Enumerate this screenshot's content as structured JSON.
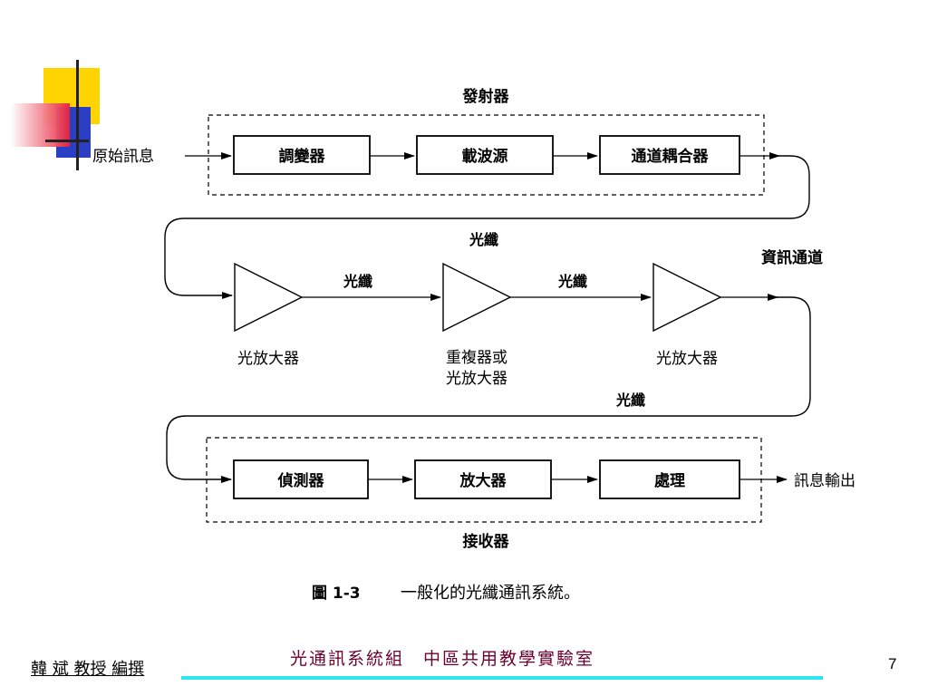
{
  "colors": {
    "deco_yellow": "#ffd400",
    "deco_red": "#e8203a",
    "deco_blue": "#2b3fc4",
    "footer_line": "#2ee6f0",
    "footer_text": "#6b0030",
    "ring_red": "#e0102a",
    "ring_green": "#20b020",
    "ring_blue": "#1020d0"
  },
  "diagram": {
    "input_label": "原始訊息",
    "transmitter": {
      "title": "發射器",
      "blocks": [
        "調變器",
        "載波源",
        "通道耦合器"
      ]
    },
    "fiber_label": "光纖",
    "channel_label": "資訊通道",
    "amplifiers": [
      {
        "label_line1": "光放大器",
        "label_line2": ""
      },
      {
        "label_line1": "重複器或",
        "label_line2": "光放大器"
      },
      {
        "label_line1": "光放大器",
        "label_line2": ""
      }
    ],
    "receiver": {
      "title": "接收器",
      "blocks": [
        "偵測器",
        "放大器",
        "處理"
      ]
    },
    "output_label": "訊息輸出",
    "caption_number": "圖 1-3",
    "caption_text": "一般化的光纖通訊系統。"
  },
  "footer": {
    "author": "韓 斌 教授 編撰",
    "group": "光通訊系統組　中區共用教學實驗室",
    "page": "7"
  }
}
